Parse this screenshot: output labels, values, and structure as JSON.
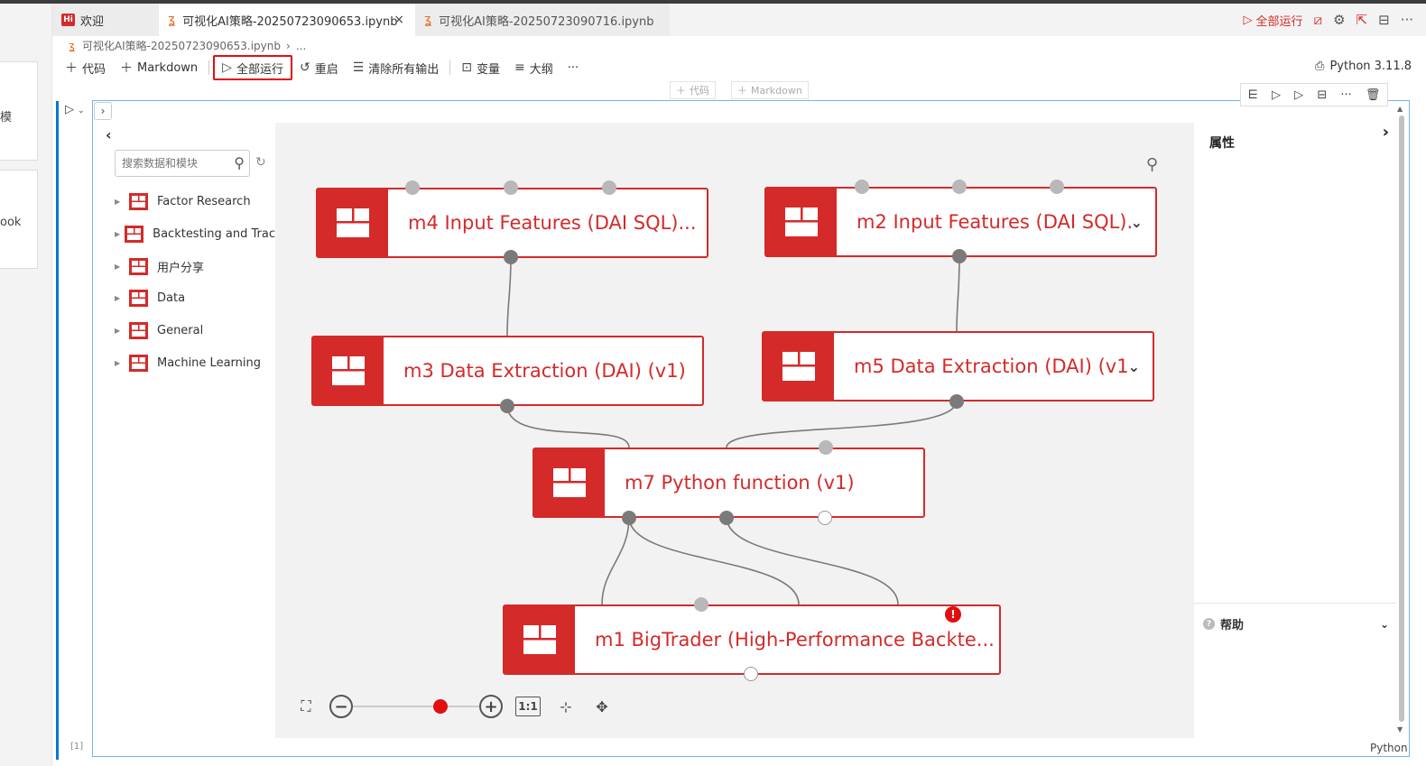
{
  "left_strip": {
    "card1_text": "模",
    "card2_text": "ook"
  },
  "tabs": {
    "welcome": {
      "badge": "Hi",
      "label": "欢迎"
    },
    "active": {
      "label": "可视化AI策略-20250723090653.ipynb",
      "close": "×"
    },
    "third": {
      "label": "可视化AI策略-20250723090716.ipynb"
    }
  },
  "tab_tools": {
    "run_all": "全部运行"
  },
  "breadcrumb": {
    "file": "可视化AI策略-20250723090653.ipynb",
    "more": "..."
  },
  "toolbar": {
    "code": "代码",
    "markdown": "Markdown",
    "run_all": "全部运行",
    "restart": "重启",
    "clear_outputs": "清除所有输出",
    "variables": "变量",
    "outline": "大纲",
    "more": "···"
  },
  "kernel": {
    "label": "Python 3.11.8"
  },
  "ghost_add": {
    "code": "代码",
    "markdown": "Markdown"
  },
  "cell": {
    "exec_count": "[1]",
    "language": "Python"
  },
  "library": {
    "search_placeholder": "搜索数据和模块",
    "items": [
      {
        "label": "Factor Research"
      },
      {
        "label": "Backtesting and Trac"
      },
      {
        "label": "用户分享"
      },
      {
        "label": "Data"
      },
      {
        "label": "General"
      },
      {
        "label": "Machine Learning"
      }
    ]
  },
  "nodes": {
    "m4": {
      "title": "m4 Input Features (DAI SQL)..."
    },
    "m2": {
      "title": "m2 Input Features (DAI SQL)..."
    },
    "m3": {
      "title": "m3 Data Extraction (DAI) (v1)"
    },
    "m5": {
      "title": "m5 Data Extraction (DAI) (v1)"
    },
    "m7": {
      "title": "m7 Python function (v1)"
    },
    "m1": {
      "title": "m1 BigTrader (High-Performance Backte...",
      "warning": "!"
    }
  },
  "zoom": {
    "level": 0.72,
    "one_to_one": "1:1"
  },
  "properties": {
    "title": "属性"
  },
  "help": {
    "label": "帮助"
  },
  "colors": {
    "accent": "#d42a2a",
    "focus_border": "#0078d4",
    "highlight": "#e01010"
  }
}
